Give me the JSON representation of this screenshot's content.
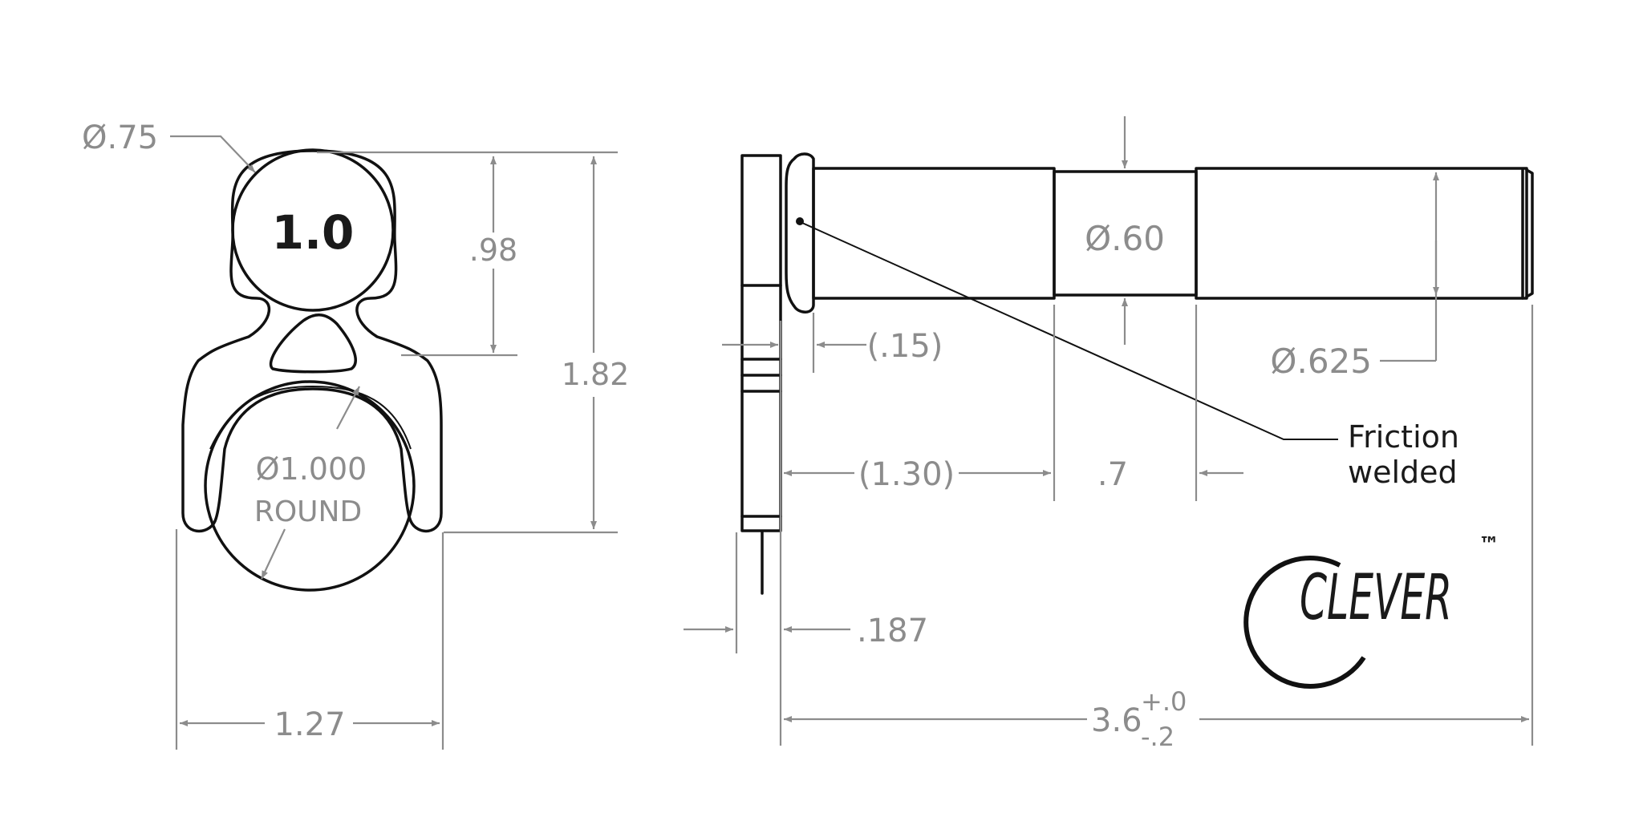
{
  "dimensions": {
    "head_dia": "Ø.75",
    "head_mark": "1.0",
    "head_height": ".98",
    "overall_height": "1.82",
    "round_dia": "Ø1.000",
    "round_label": "ROUND",
    "width": "1.27",
    "shaft_dia_small": "Ø.60",
    "shaft_dia_large": "Ø.625",
    "collar": "(.15)",
    "first_section": "(1.30)",
    "mid_section": ".7",
    "plate_thickness": ".187",
    "length_base": "3.6",
    "length_tol_upper": "+.0",
    "length_tol_lower": "-.2"
  },
  "annotation": {
    "line1": "Friction",
    "line2": "welded"
  },
  "logo": {
    "text": "CLEVER",
    "trademark": "™"
  }
}
